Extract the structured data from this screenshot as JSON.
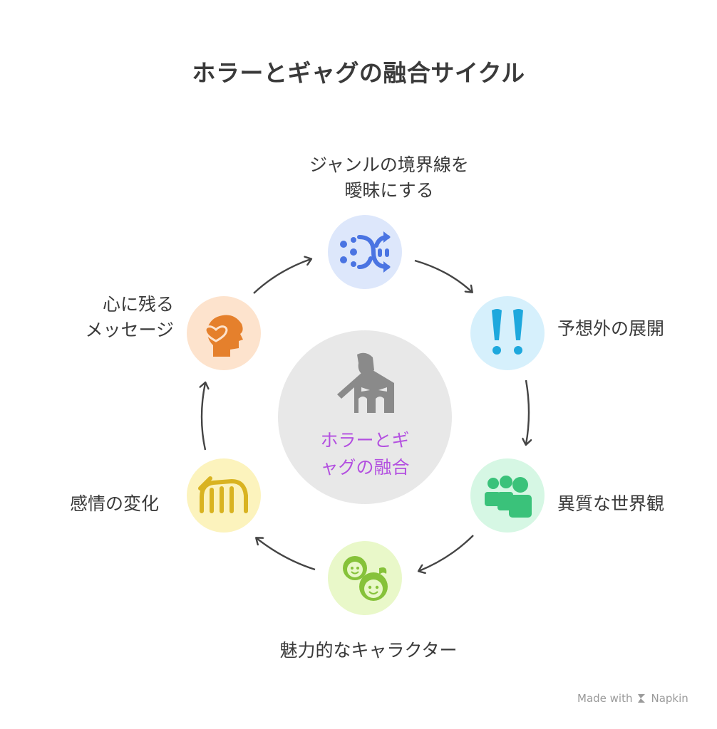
{
  "title": "ホラーとギャグの融合サイクル",
  "center": {
    "line1": "ホラーとギ",
    "line2": "ャグの融合",
    "icon": "axe-house-icon",
    "text_color": "#b350e0",
    "bg_color": "#e8e8e8"
  },
  "nodes": [
    {
      "id": "blur",
      "label_lines": [
        "ジャンルの境界線を",
        "曖昧にする"
      ],
      "icon": "shuffle-icon",
      "bg": "#dde7fb",
      "fg": "#4a74e2"
    },
    {
      "id": "unexpected",
      "label_lines": [
        "予想外の展開"
      ],
      "icon": "exclamation-icon",
      "bg": "#d6f0fc",
      "fg": "#1ea8dd"
    },
    {
      "id": "world",
      "label_lines": [
        "異質な世界観"
      ],
      "icon": "group-icon",
      "bg": "#d6f7e4",
      "fg": "#3ac27a"
    },
    {
      "id": "characters",
      "label_lines": [
        "魅力的なキャラクター"
      ],
      "icon": "faces-icon",
      "bg": "#e9f8c9",
      "fg": "#86c23a"
    },
    {
      "id": "emotion",
      "label_lines": [
        "感情の変化"
      ],
      "icon": "wave-icon",
      "bg": "#fcf3bd",
      "fg": "#d9b321"
    },
    {
      "id": "message",
      "label_lines": [
        "心に残る",
        "メッセージ"
      ],
      "icon": "heart-head-icon",
      "bg": "#fde3cd",
      "fg": "#e5802c"
    }
  ],
  "footer": {
    "text": "Made with",
    "brand": "Napkin"
  }
}
